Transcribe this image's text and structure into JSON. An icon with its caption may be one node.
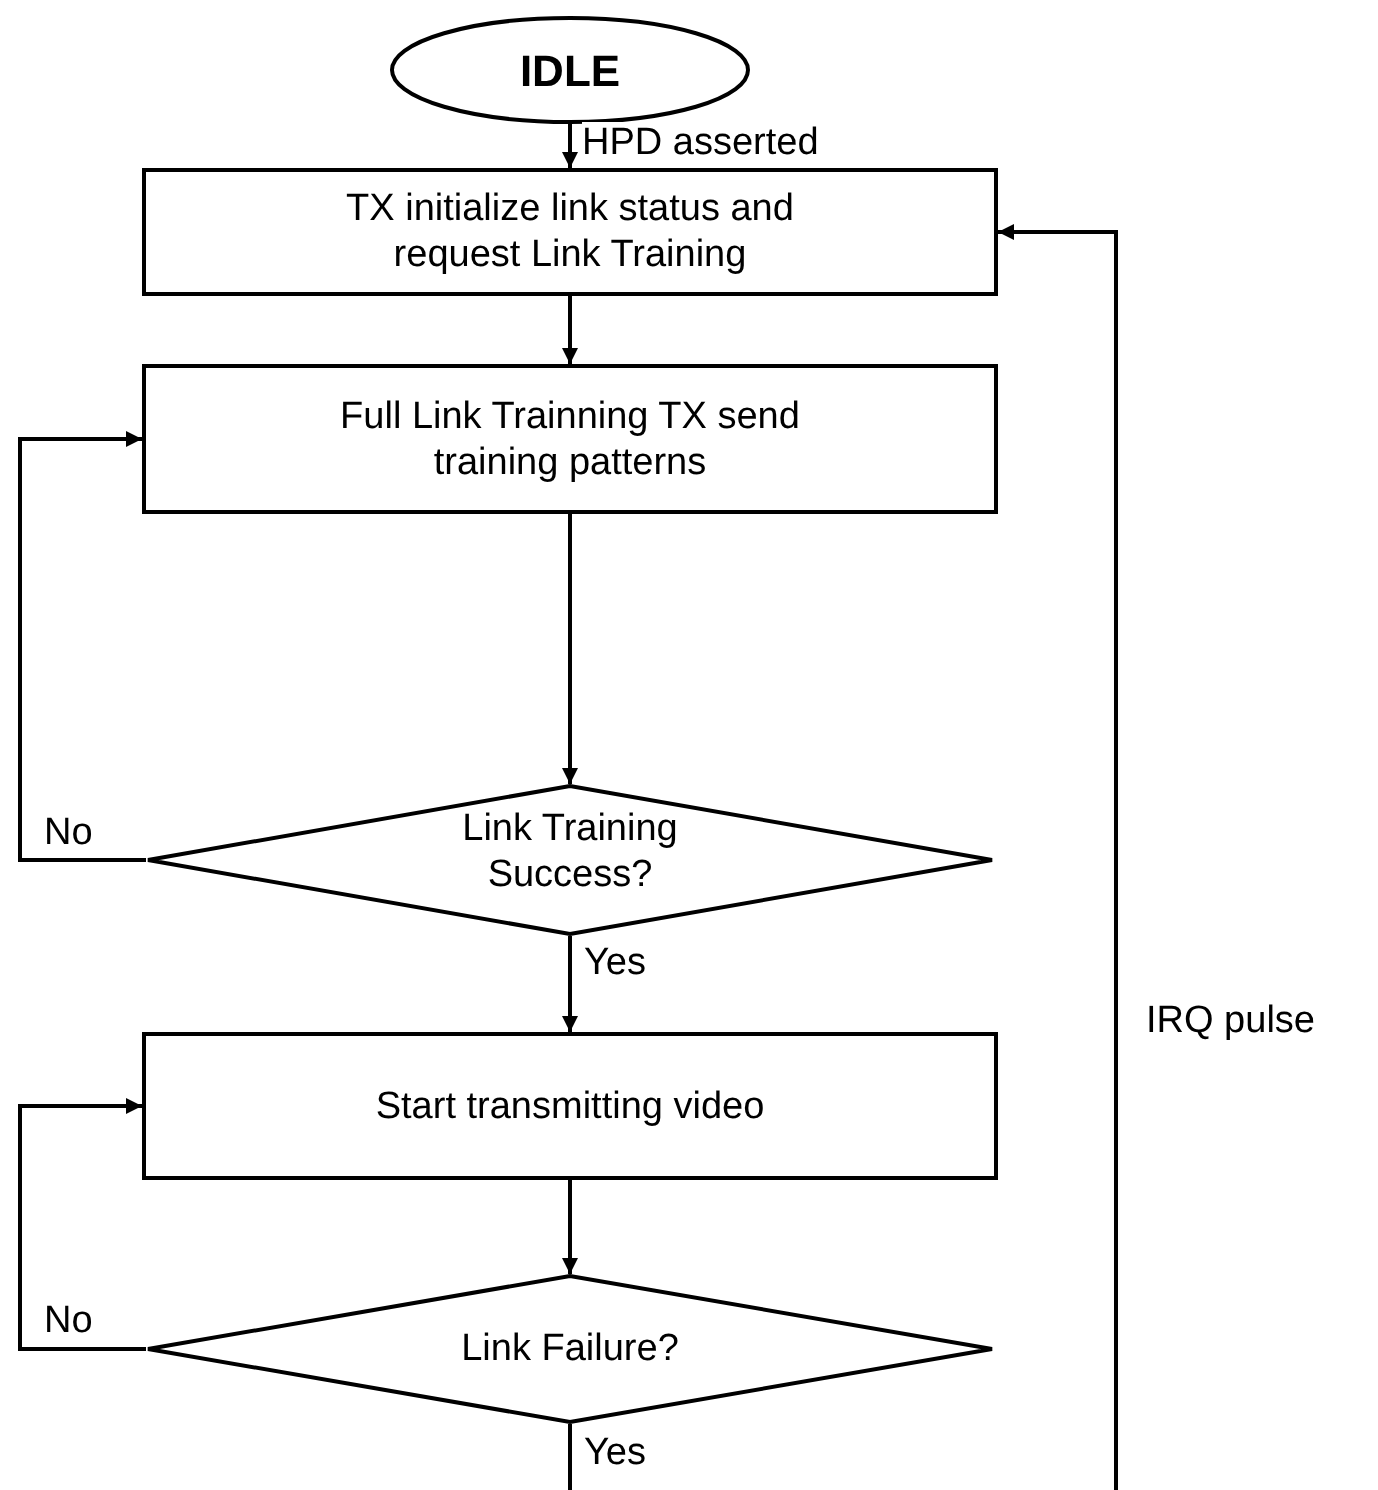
{
  "diagram": {
    "nodes": [
      {
        "text": [
          "IDLE"
        ]
      },
      {
        "text": [
          "TX initialize link status and request Link Training"
        ]
      },
      {
        "text": [
          "Full Link Trainning TX send training patterns"
        ]
      },
      {
        "text": [
          "Link Training Success?"
        ]
      },
      {
        "text": [
          "Start transmitting video"
        ]
      },
      {
        "text": [
          "Link Failure?"
        ]
      }
    ],
    "edges": [
      {
        "from": 0,
        "to": 1,
        "arrow": "to",
        "label": "HPD asserted"
      },
      {
        "from": 1,
        "to": 2,
        "arrow": "to"
      },
      {
        "from": 2,
        "to": 3,
        "arrow": "to"
      },
      {
        "from": 3,
        "to": 2,
        "arrow": "to",
        "label": "No"
      },
      {
        "from": 3,
        "to": 4,
        "arrow": "to",
        "label": "Yes"
      },
      {
        "from": 4,
        "to": 5,
        "arrow": "to"
      },
      {
        "from": 5,
        "to": 4,
        "arrow": "to",
        "label": "No"
      },
      {
        "from": 5,
        "to": null,
        "arrow": "none",
        "label": "Yes"
      },
      {
        "from": null,
        "to": 1,
        "arrow": "to",
        "label": "IRQ pulse"
      }
    ]
  }
}
